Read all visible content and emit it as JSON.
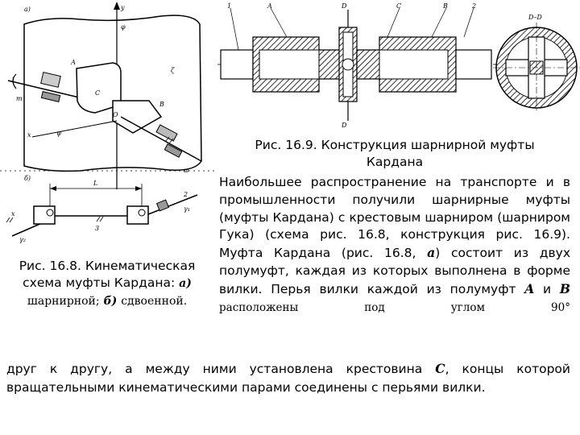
{
  "figures": {
    "left": {
      "part_a_label": "а)",
      "part_b_label": "б)",
      "labels": {
        "y": "y",
        "phi": "φ",
        "a": "А",
        "zeta": "ζ",
        "one": "1",
        "m": "m",
        "c": "C",
        "o": "O",
        "b": "B",
        "x": "x",
        "psi": "ψ",
        "omega": "ω",
        "L": "L",
        "two": "2",
        "three": "3",
        "gamma1": "γ₁",
        "gamma2": "γ₂",
        "x_small": "x"
      }
    },
    "right": {
      "labels": {
        "one": "1",
        "a": "A",
        "d_top": "D",
        "c": "C",
        "b": "B",
        "two": "2",
        "d_bottom": "D",
        "dd": "D–D"
      }
    }
  },
  "caption_left": {
    "text": "Рис. 16.8. Кинематическая схема муфты Кардана:",
    "a_letter": "а)",
    "a_text": "шарнирной;",
    "b_letter": "б)",
    "b_text": "сдвоенной."
  },
  "caption_right": {
    "line1": "Рис. 16.9. Конструкция шарнирной муфты",
    "line2": "Кардана"
  },
  "body": {
    "p1": "Наибольшее распространение на транспорте и в промышленности получили шарнирные муфты (муфты Кардана) с крестовым шарниром (шарниром Гука) (схема рис. 16.8, конструкция рис. 16.9). Муфта Кардана (рис. 16.8,",
    "p1_a": "а",
    "p2": ") состоит из двух полумуфт, каждая из которых выполнена в форме вилки. Перья вилки каждой из полумуфт",
    "sym_a": "A",
    "and": "и",
    "sym_b": "B",
    "tail_small": "расположены под углом 90°",
    "cont1": "друг к другу, а между ними установлена крестовина",
    "sym_c": "C",
    "cont2": ", концы которой вращательными кинематическими парами соединены с перьями вилки."
  }
}
